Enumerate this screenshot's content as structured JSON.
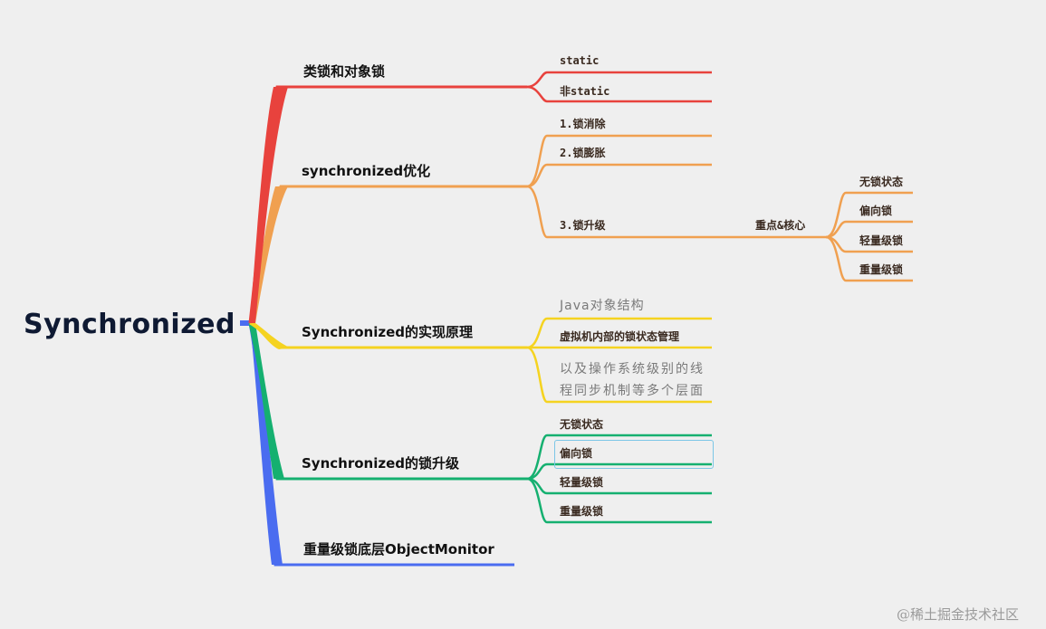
{
  "root": "Synchronized",
  "branches": {
    "lock_types": {
      "label": "类锁和对象锁",
      "color": "#e8423d",
      "children": [
        "static",
        "非static"
      ]
    },
    "optimization": {
      "label": "synchronized优化",
      "color": "#f0a050",
      "children": [
        "1.锁消除",
        "2.锁膨胀",
        "3.锁升级"
      ],
      "focus_label": "重点&核心",
      "focus_children": [
        "无锁状态",
        "偏向锁",
        "轻量级锁",
        "重量级锁"
      ]
    },
    "implementation": {
      "label": "Synchronized的实现原理",
      "color": "#f5d320",
      "children": [
        "Java对象结构",
        "虚拟机内部的锁状态管理",
        "以及操作系统级别的线程同步机制等多个层面"
      ]
    },
    "upgrade": {
      "label": "Synchronized的锁升级",
      "color": "#15b070",
      "children": [
        "无锁状态",
        "偏向锁",
        "轻量级锁",
        "重量级锁"
      ]
    },
    "monitor": {
      "label": "重量级锁底层ObjectMonitor",
      "color": "#4a6cf0"
    }
  },
  "watermark": "@稀土掘金技术社区"
}
